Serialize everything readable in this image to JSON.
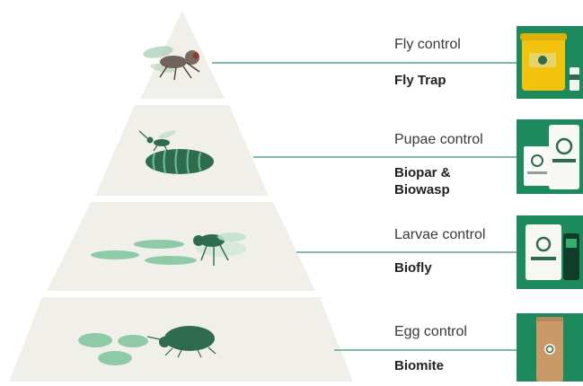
{
  "colors": {
    "pyramid_fill": "#f1efe9",
    "connector_line": "#3f8f72",
    "product_bg": "#1c8a5c",
    "pest_green": "#6fbf94",
    "pest_dark": "#2f6b4f",
    "fly_brown": "#6e625a",
    "trap_yellow": "#f2c20d"
  },
  "tiers": [
    {
      "id": "fly",
      "stage_label": "Fly control",
      "product_label": "Fly Trap",
      "illustration_icon": "adult-fly-icon",
      "product_icon": "fly-trap-bucket-icon"
    },
    {
      "id": "pupae",
      "stage_label": "Pupae control",
      "product_label": "Biopar &\nBiowasp",
      "illustration_icon": "wasp-on-pupa-icon",
      "product_icon": "biopar-biowasp-packs-icon"
    },
    {
      "id": "larvae",
      "stage_label": "Larvae control",
      "product_label": "Biofly",
      "illustration_icon": "larvae-and-fly-icon",
      "product_icon": "biofly-bag-icon"
    },
    {
      "id": "egg",
      "stage_label": "Egg control",
      "product_label": "Biomite",
      "illustration_icon": "mite-and-eggs-icon",
      "product_icon": "biomite-tube-icon"
    }
  ]
}
